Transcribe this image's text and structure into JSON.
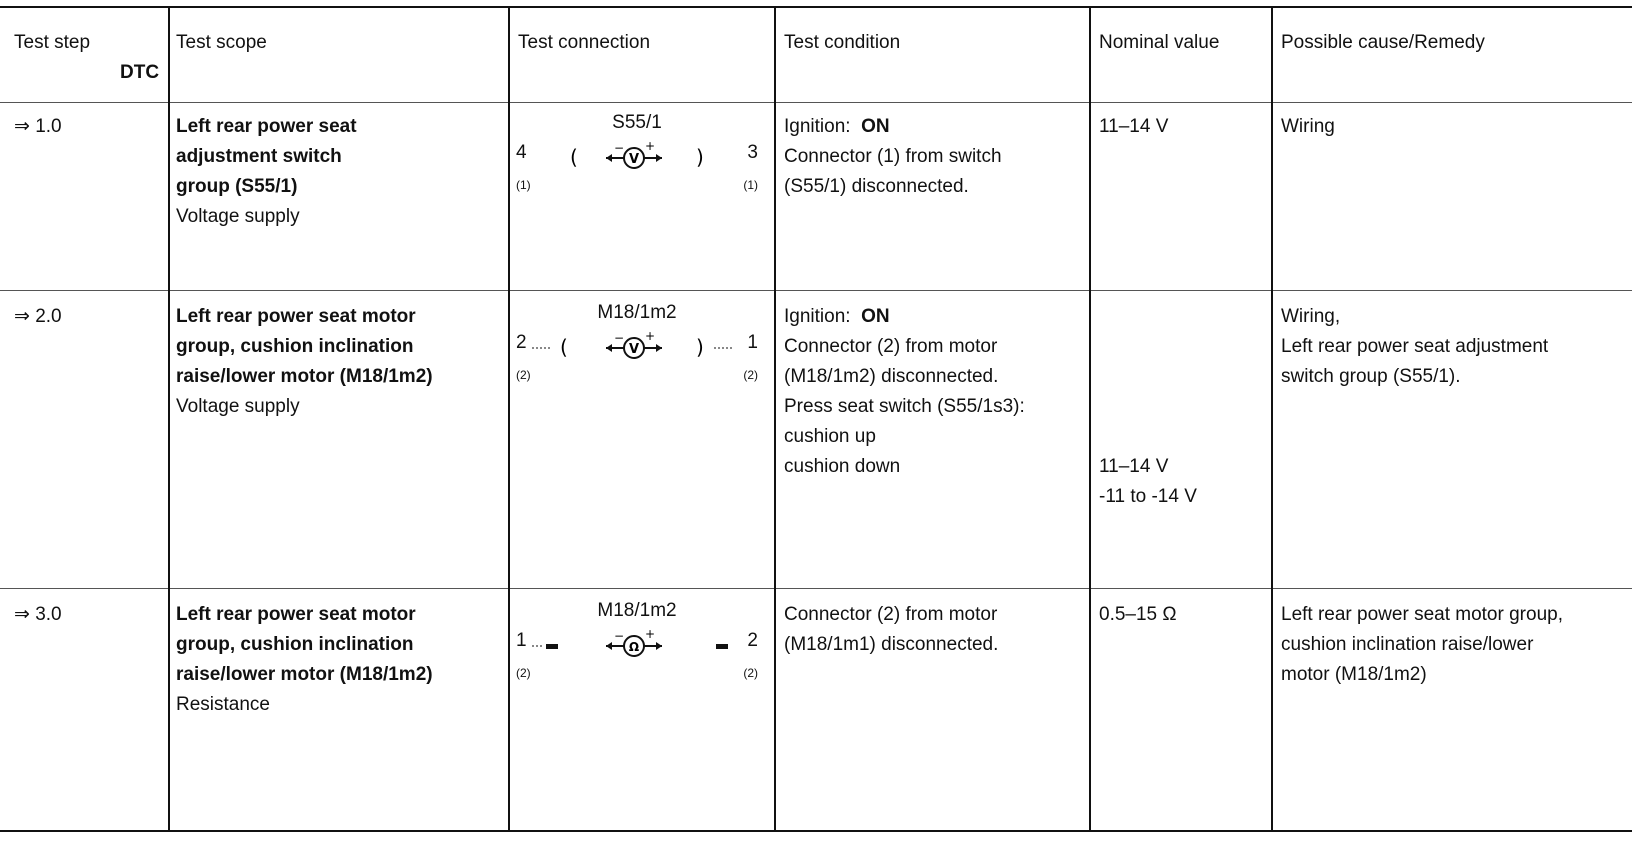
{
  "headers": {
    "test_step": "Test step",
    "dtc": "DTC",
    "test_scope": "Test scope",
    "test_connection": "Test connection",
    "test_condition": "Test condition",
    "nominal_value": "Nominal value",
    "possible_cause": "Possible cause/Remedy"
  },
  "rows": [
    {
      "step": "⇒ 1.0",
      "scope_bold": [
        "Left rear power seat",
        "adjustment switch",
        "group (S55/1)"
      ],
      "scope_plain": "Voltage supply",
      "connection": {
        "component": "S55/1",
        "pin_left": "4",
        "pin_right": "3",
        "sub_left": "(1)",
        "sub_right": "(1)",
        "meter": "V"
      },
      "condition_lines": [
        {
          "label": "Ignition:",
          "value": "ON"
        },
        {
          "text": "Connector (1) from switch"
        },
        {
          "text": "(S55/1) disconnected."
        }
      ],
      "nominal_lines": [
        "11–14 V"
      ],
      "remedy_lines": [
        "Wiring"
      ]
    },
    {
      "step": "⇒ 2.0",
      "scope_bold": [
        "Left rear power seat motor",
        "group, cushion inclination",
        "raise/lower motor (M18/1m2)"
      ],
      "scope_plain": "Voltage supply",
      "connection": {
        "component": "M18/1m2",
        "pin_left": "2",
        "pin_right": "1",
        "sub_left": "(2)",
        "sub_right": "(2)",
        "meter": "V"
      },
      "condition_lines": [
        {
          "label": "Ignition:",
          "value": "ON"
        },
        {
          "text": "Connector (2) from motor"
        },
        {
          "text": "(M18/1m2) disconnected."
        },
        {
          "text": "Press seat switch (S55/1s3):"
        },
        {
          "text": "cushion up"
        },
        {
          "text": "cushion down"
        }
      ],
      "nominal_lines": [
        "11–14 V",
        "-11 to -14 V"
      ],
      "remedy_lines": [
        "Wiring,",
        "Left rear power seat adjustment",
        "switch group (S55/1)."
      ]
    },
    {
      "step": "⇒ 3.0",
      "scope_bold": [
        "Left rear power seat motor",
        "group, cushion inclination",
        "raise/lower motor (M18/1m2)"
      ],
      "scope_plain": "Resistance",
      "connection": {
        "component": "M18/1m2",
        "pin_left": "1",
        "pin_right": "2",
        "sub_left": "(2)",
        "sub_right": "(2)",
        "meter": "Ω"
      },
      "condition_lines": [
        {
          "text": "Connector (2) from motor"
        },
        {
          "text": "(M18/1m1) disconnected."
        }
      ],
      "nominal_lines": [
        "0.5–15 Ω"
      ],
      "remedy_lines": [
        "Left rear power seat motor group,",
        "cushion inclination raise/lower",
        "motor (M18/1m2)"
      ]
    }
  ]
}
